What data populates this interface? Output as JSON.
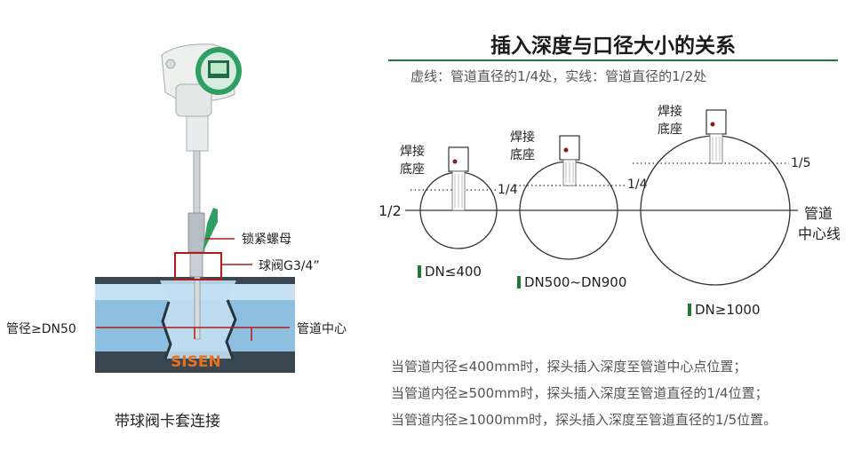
{
  "left": {
    "labels": {
      "lock_nut": "锁紧螺母",
      "ball_valve": "球阀G3/4”",
      "pipe_diameter": "管径≥DN50",
      "pipe_center": "管道中心",
      "brand": "SISEN",
      "caption": "带球阀卡套连接"
    },
    "colors": {
      "valve_green": "#2e9e62",
      "box_red": "#b31b1b",
      "pipe_blue": "#8fbfe0",
      "brand_orange": "#e8701a"
    }
  },
  "right": {
    "title": "插入深度与口径大小的关系",
    "subtitle": "虚线：管道直径的1/4处，实线：管道直径的1/2处",
    "half_label": "1/2",
    "centerline_label_line1": "管道",
    "centerline_label_line2": "中心线",
    "base_label_line1": "焊接",
    "base_label_line2": "底座",
    "circle1": {
      "depth_label": "1/4",
      "dn_label": "DN≤400"
    },
    "circle2": {
      "depth_label": "1/4",
      "dn_label": "DN500~DN900"
    },
    "circle3": {
      "depth_label": "1/5",
      "dn_label": "DN≥1000"
    },
    "notes": [
      "当管道内径≤400mm时，探头插入深度至管道中心点位置；",
      "当管道内径≥500mm时，探头插入深度至管道直径的1/4位置；",
      "当管道内径≥1000mm时，探头插入深度至管道直径的1/5位置。"
    ],
    "colors": {
      "title_rule": "#1f7a35",
      "dn_marker": "#1f7a35",
      "dot": "#8b1a1a"
    }
  }
}
